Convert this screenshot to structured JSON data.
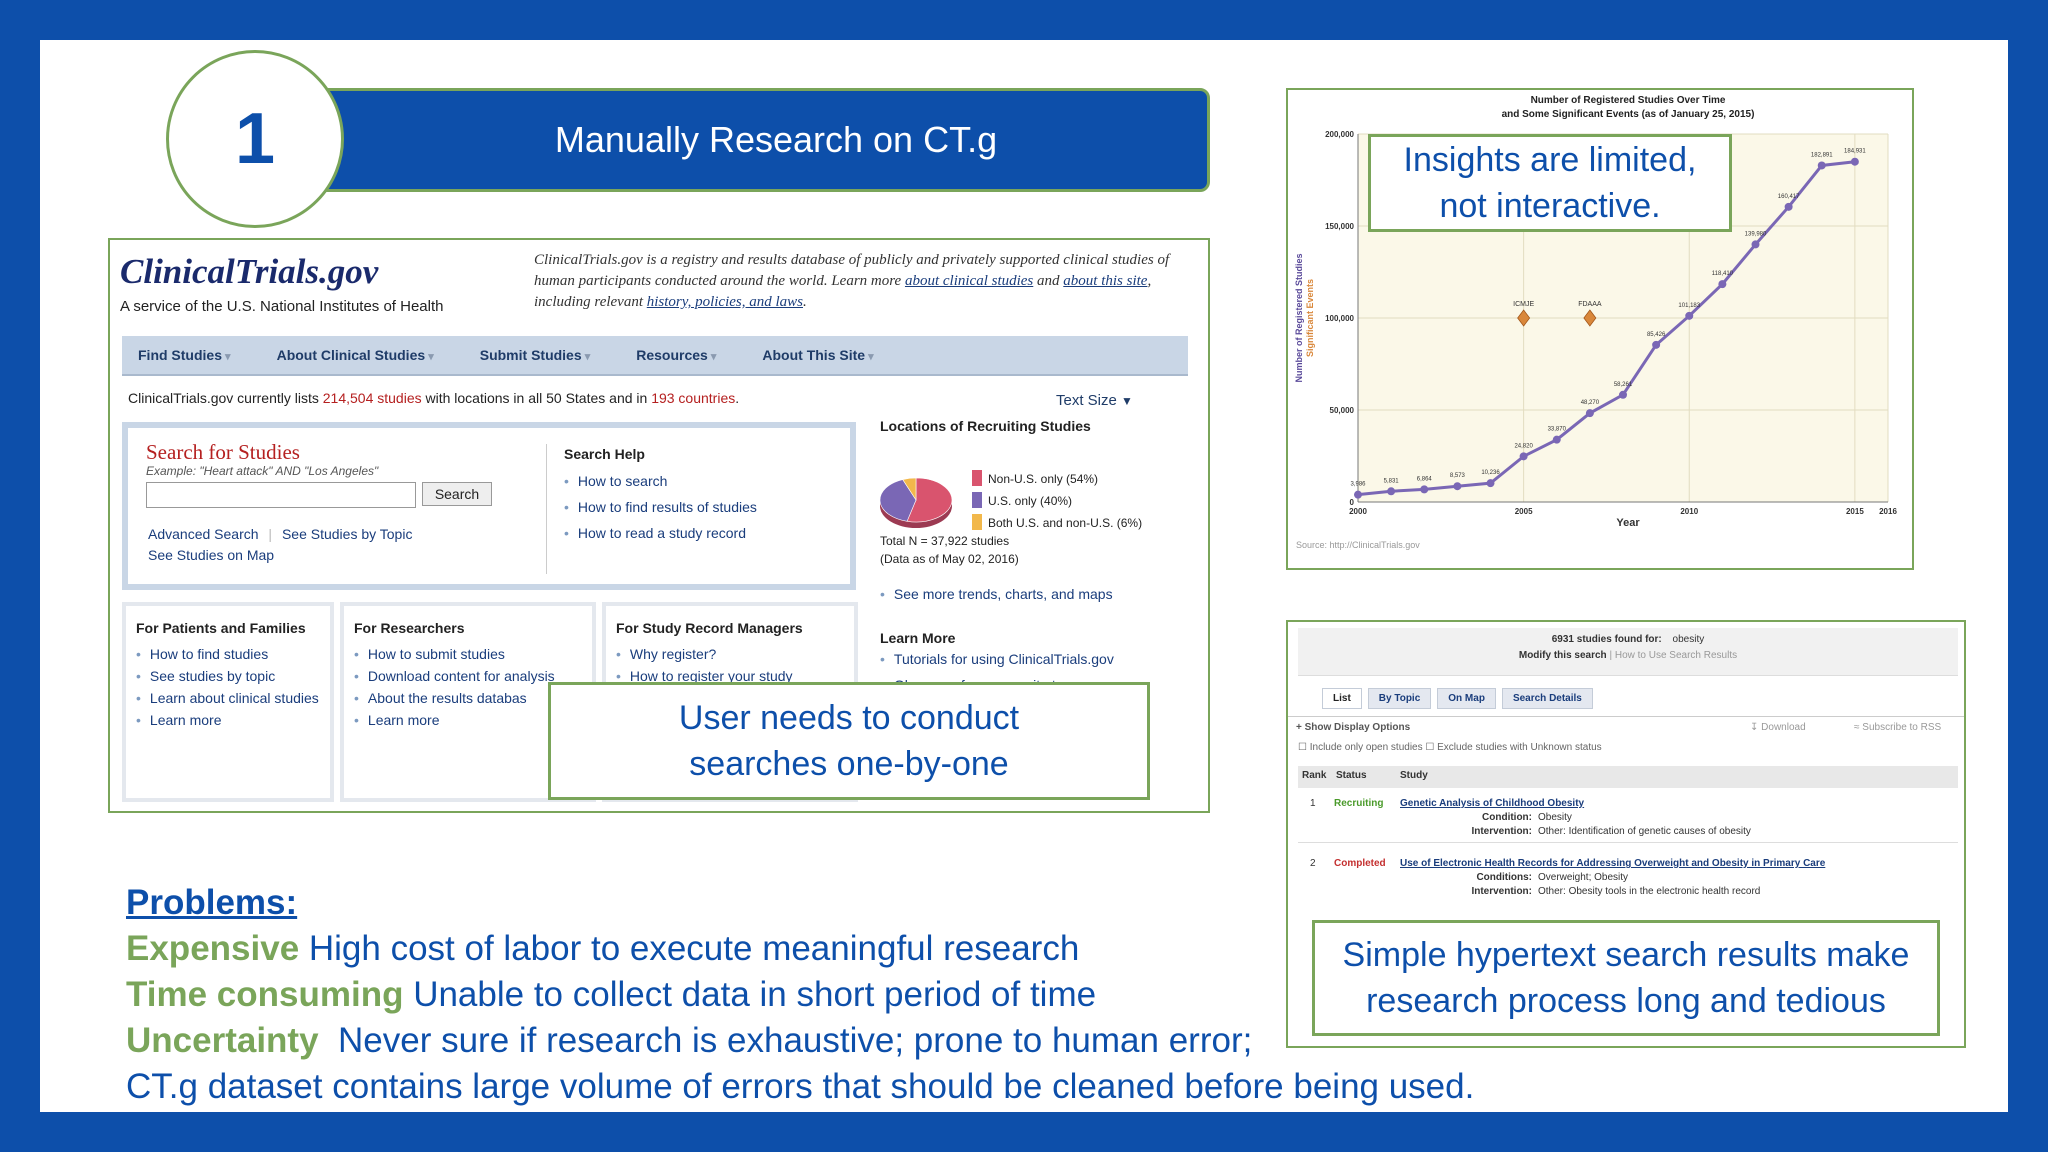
{
  "header": {
    "number": "1",
    "title": "Manually Research on CT.g"
  },
  "ctgov": {
    "logo": "ClinicalTrials.gov",
    "subtitle": "A service of the U.S. National Institutes of Health",
    "description": {
      "part1": "ClinicalTrials.gov is a registry and results database of publicly and privately supported clinical studies of human participants conducted around the world. Learn more ",
      "link1": "about clinical studies",
      "part2": " and ",
      "link2": "about this site",
      "part3": ", including relevant ",
      "link3": "history, policies, and laws",
      "part4": "."
    },
    "nav": [
      "Find Studies",
      "About Clinical Studies",
      "Submit Studies",
      "Resources",
      "About This Site"
    ],
    "listing": {
      "prefix": "ClinicalTrials.gov currently lists ",
      "studies": "214,504 studies",
      "middle": " with locations in all 50 States and in ",
      "countries": "193 countries",
      "suffix": "."
    },
    "text_size": "Text Size",
    "search": {
      "title": "Search for Studies",
      "example": "Example: \"Heart attack\" AND \"Los Angeles\"",
      "button": "Search",
      "advanced": "Advanced Search",
      "by_topic": "See Studies by Topic",
      "on_map": "See Studies on Map"
    },
    "search_help": {
      "title": "Search Help",
      "items": [
        "How to search",
        "How to find results of studies",
        "How to read a study record"
      ]
    },
    "locations": {
      "title": "Locations of Recruiting Studies",
      "legend": [
        {
          "label": "Non-U.S. only (54%)",
          "color": "#d9546e",
          "pct": 54
        },
        {
          "label": "U.S. only (40%)",
          "color": "#7a67b5",
          "pct": 40
        },
        {
          "label": "Both U.S. and non-U.S. (6%)",
          "color": "#f2b84b",
          "pct": 6
        }
      ],
      "total": "Total N = 37,922 studies",
      "as_of": "(Data as of May 02, 2016)",
      "more": "See more trends, charts, and maps"
    },
    "patients": {
      "title": "For Patients and Families",
      "items": [
        "How to find studies",
        "See studies by topic",
        "Learn about clinical studies",
        "Learn more"
      ]
    },
    "researchers": {
      "title": "For Researchers",
      "items": [
        "How to submit studies",
        "Download content for analysis",
        "About the results databas",
        "Learn more"
      ]
    },
    "managers": {
      "title": "For Study Record Managers",
      "items": [
        "Why register?",
        "How to register your study"
      ]
    },
    "learn_more": {
      "title": "Learn More",
      "items": [
        "Tutorials for using ClinicalTrials.gov",
        "Glossary of common site terms"
      ]
    }
  },
  "callouts": {
    "searches": "User needs to conduct searches one-by-one",
    "insights": "Insights are limited, not interactive.",
    "hypertext": "Simple hypertext search results make research process long and tedious"
  },
  "chart_data": {
    "type": "line",
    "title": "Number of Registered Studies Over Time and Some Significant Events (as of January 25, 2015)",
    "xlabel": "Year",
    "ylabel": "Number of Registered Studies",
    "ylabel2": "Significant Events",
    "source": "Source: http://ClinicalTrials.gov",
    "xlim": [
      2000,
      2016
    ],
    "ylim": [
      0,
      200000
    ],
    "x_ticks": [
      "2000",
      "2005",
      "2010",
      "2015",
      "2016"
    ],
    "y_ticks": [
      "0",
      "50,000",
      "100,000",
      "150,000",
      "200,000"
    ],
    "grid": true,
    "series": [
      {
        "x": [
          2000,
          2001,
          2002,
          2003,
          2004,
          2005,
          2006,
          2007,
          2008,
          2009,
          2010,
          2011,
          2012,
          2013,
          2014,
          2015
        ],
        "values": [
          3986,
          5831,
          6864,
          8573,
          10236,
          24820,
          33870,
          48270,
          58261,
          85426,
          101183,
          118410,
          139980,
          160417,
          182891,
          184931
        ]
      }
    ],
    "events": [
      {
        "label": "ICMJE",
        "x": 2005,
        "y": 100000
      },
      {
        "label": "FDAAA",
        "x": 2007,
        "y": 100000
      }
    ],
    "colors": {
      "line": "#7a67b5",
      "events": "#d9873a",
      "background": "#fbf8e8"
    }
  },
  "results": {
    "found": "6931 studies found for:",
    "term": "obesity",
    "modify": "Modify this search",
    "how_to": "How to Use Search Results",
    "tabs": [
      "List",
      "By Topic",
      "On Map",
      "Search Details"
    ],
    "show_options": "+ Show Display Options",
    "download": "Download",
    "rss": "Subscribe to RSS",
    "filter1": "Include only open studies",
    "filter2": "Exclude studies with Unknown status",
    "columns": [
      "Rank",
      "Status",
      "Study"
    ],
    "rows": [
      {
        "rank": "1",
        "status": "Recruiting",
        "status_color": "#4a9a2a",
        "study": "Genetic Analysis of Childhood Obesity",
        "cond_label": "Condition:",
        "condition": "Obesity",
        "int_label": "Intervention:",
        "intervention": "Other: Identification of genetic causes of obesity"
      },
      {
        "rank": "2",
        "status": "Completed",
        "status_color": "#c43030",
        "study": "Use of Electronic Health Records for Addressing Overweight and Obesity in Primary Care",
        "cond_label": "Conditions:",
        "condition": "Overweight;  Obesity",
        "int_label": "Intervention:",
        "intervention": "Other: Obesity tools in the electronic health record"
      }
    ]
  },
  "problems": {
    "heading": "Problems:",
    "items": [
      {
        "key": "Expensive",
        "text": " High cost of labor to execute meaningful research"
      },
      {
        "key": "Time consuming",
        "text": " Unable to collect data in short period of time"
      },
      {
        "key": "Uncertainty",
        "text": "  Never sure if research is exhaustive; prone to human error;"
      }
    ],
    "last_line": "CT.g dataset contains large volume of errors that should be cleaned before being used."
  }
}
